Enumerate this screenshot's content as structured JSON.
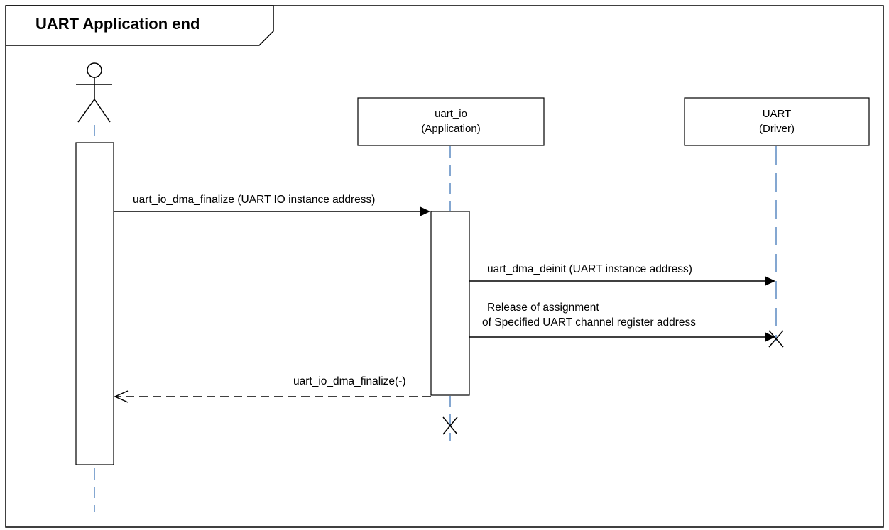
{
  "frame": {
    "title": "UART Application end"
  },
  "lifelines": {
    "actor": {
      "kind": "actor"
    },
    "uart_io": {
      "name": "uart_io",
      "role": "(Application)"
    },
    "uart": {
      "name": "UART",
      "role": "(Driver)"
    }
  },
  "messages": [
    {
      "label_lines": [
        "uart_io_dma_finalize (UART IO instance address)"
      ],
      "from": "actor",
      "to": "uart_io",
      "kind": "synchronous-call"
    },
    {
      "label_lines": [
        "uart_dma_deinit (UART instance address)"
      ],
      "from": "uart_io",
      "to": "uart",
      "kind": "synchronous-call"
    },
    {
      "label_lines": [
        "Release of assignment",
        "of Specified UART channel register address"
      ],
      "from": "uart_io",
      "to": "uart",
      "kind": "synchronous-call-destroy"
    },
    {
      "label_lines": [
        "uart_io_dma_finalize(-)"
      ],
      "from": "uart_io",
      "to": "actor",
      "kind": "return"
    }
  ],
  "colors": {
    "lifeline_dash": "#5b8ac2",
    "line": "#000000",
    "box_fill": "#ffffff"
  }
}
